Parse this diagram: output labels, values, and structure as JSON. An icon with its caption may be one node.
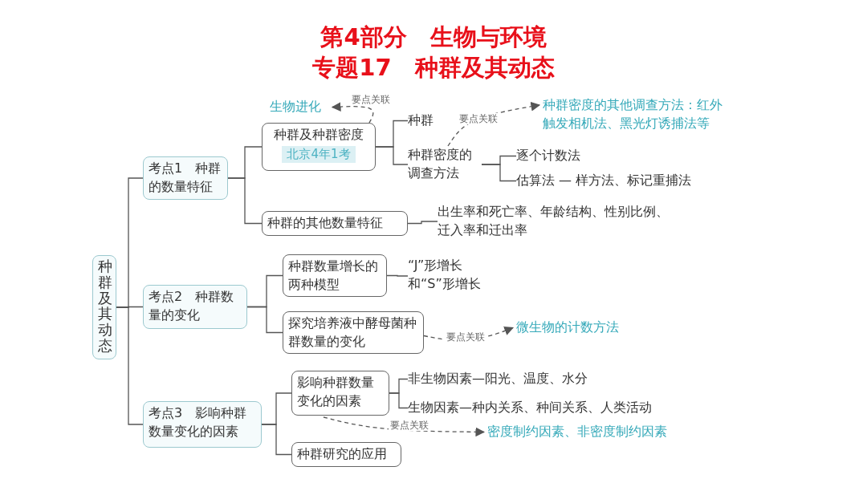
{
  "diagram": {
    "title": "第4部分　生物与环境",
    "nodes": [
      {
        "text": [
          "种群及其动态"
        ]
      },
      {
        "text": [
          "考点1　种群的数量特征"
        ]
      },
      {
        "text": [
          "种群及种群密度",
          "北京4年1考"
        ]
      },
      {
        "text": [
          "种群"
        ]
      },
      {
        "text": [
          "种群密度的调查方法"
        ]
      },
      {
        "text": [
          "逐个计数法"
        ]
      },
      {
        "text": [
          "估算法 — 样方法、标记重捕法"
        ]
      },
      {
        "text": [
          "种群的其他数量特征"
        ]
      },
      {
        "text": [
          "出生率和死亡率、年龄结构、性别比例、迁入率和迁出率"
        ]
      },
      {
        "text": [
          "生物进化"
        ]
      },
      {
        "text": [
          "种群密度的其他调查方法：红外触发相机法、黑光灯诱捕法等"
        ]
      },
      {
        "text": [
          "考点2　种群数量的变化"
        ]
      },
      {
        "text": [
          "种群数量增长的两种模型"
        ]
      },
      {
        "text": [
          "“J”形增长和“S”形增长"
        ]
      },
      {
        "text": [
          "探究培养液中酵母菌种群数量的变化"
        ]
      },
      {
        "text": [
          "微生物的计数方法"
        ]
      },
      {
        "text": [
          "考点3　影响种群数量变化的因素"
        ]
      },
      {
        "text": [
          "影响种群数量变化的因素"
        ]
      },
      {
        "text": [
          "非生物因素—阳光、温度、水分"
        ]
      },
      {
        "text": [
          "生物因素—种内关系、种间关系、人类活动"
        ]
      },
      {
        "text": [
          "密度制约因素、非密度制约因素"
        ]
      },
      {
        "text": [
          "种群研究的应用"
        ]
      }
    ],
    "edges": [
      {
        "from": 0,
        "to": 1,
        "arrow": "none"
      },
      {
        "from": 0,
        "to": 11,
        "arrow": "none"
      },
      {
        "from": 0,
        "to": 16,
        "arrow": "none"
      },
      {
        "from": 1,
        "to": 2,
        "arrow": "none"
      },
      {
        "from": 1,
        "to": 7,
        "arrow": "none"
      },
      {
        "from": 2,
        "to": 3,
        "arrow": "none"
      },
      {
        "from": 2,
        "to": 4,
        "arrow": "none"
      },
      {
        "from": 4,
        "to": 5,
        "arrow": "none"
      },
      {
        "from": 4,
        "to": 6,
        "arrow": "none"
      },
      {
        "from": 7,
        "to": 8,
        "arrow": "none"
      },
      {
        "from": 11,
        "to": 12,
        "arrow": "none"
      },
      {
        "from": 11,
        "to": 14,
        "arrow": "none"
      },
      {
        "from": 12,
        "to": 13,
        "arrow": "none"
      },
      {
        "from": 16,
        "to": 17,
        "arrow": "none"
      },
      {
        "from": 16,
        "to": 21,
        "arrow": "none"
      },
      {
        "from": 17,
        "to": 18,
        "arrow": "none"
      },
      {
        "from": 17,
        "to": 19,
        "arrow": "none"
      },
      {
        "from": 2,
        "to": 9,
        "arrow": "to",
        "label": "要点关联",
        "style": "dashed"
      },
      {
        "from": 4,
        "to": 10,
        "arrow": "to",
        "label": "要点关联",
        "style": "dashed"
      },
      {
        "from": 14,
        "to": 15,
        "arrow": "to",
        "label": "要点关联",
        "style": "dashed"
      },
      {
        "from": 17,
        "to": 20,
        "arrow": "to",
        "label": "要点关联",
        "style": "dashed"
      }
    ],
    "labels": [
      "专题17　种群及其动态"
    ]
  }
}
